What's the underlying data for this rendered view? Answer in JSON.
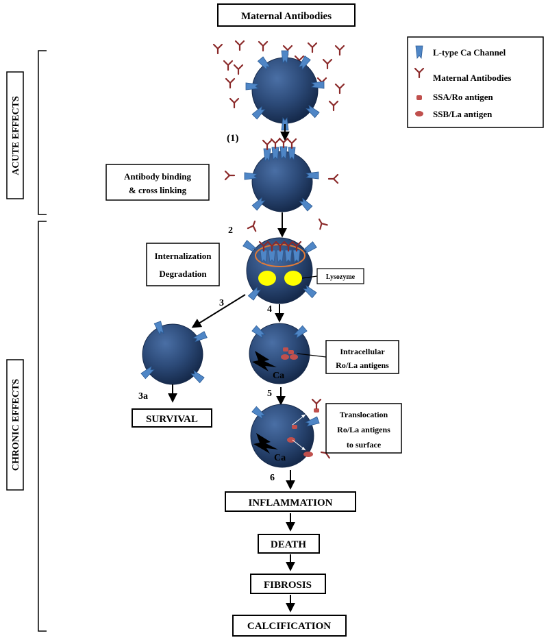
{
  "title": "Maternal Antibodies",
  "legend": {
    "ca_channel": "L-type Ca Channel",
    "maternal_antibodies": "Maternal Antibodies",
    "ssa_ro": "SSA/Ro antigen",
    "ssb_la": "SSB/La antigen"
  },
  "phases": {
    "acute": "ACUTE EFFECTS",
    "chronic": "CHRONIC EFFECTS"
  },
  "steps": {
    "s1": "(1)",
    "s2": "2",
    "s3": "3",
    "s3a": "3a",
    "s4": "4",
    "s5": "5",
    "s6": "6"
  },
  "labels": {
    "binding_line1": "Antibody binding",
    "binding_line2": "& cross linking",
    "intern_line1": "Internalization",
    "intern_line2": "Degradation",
    "lysozyme": "Lysozyme",
    "intracell_line1": "Intracellular",
    "intracell_line2": "Ro/La antigens",
    "transloc_line1": "Translocation",
    "transloc_line2": "Ro/La antigens",
    "transloc_line3": "to surface",
    "ca": "Ca"
  },
  "outcomes": {
    "survival": "SURVIVAL",
    "inflammation": "INFLAMMATION",
    "death": "DEATH",
    "fibrosis": "FIBROSIS",
    "calcification": "CALCIFICATION"
  },
  "colors": {
    "cell": "#2c4a78",
    "channel": "#4f86c6",
    "antibody": "#8b2a2a",
    "antigen": "#c0504d",
    "lysosome": "#ffff00",
    "vesicle_outline": "#e07b39"
  }
}
